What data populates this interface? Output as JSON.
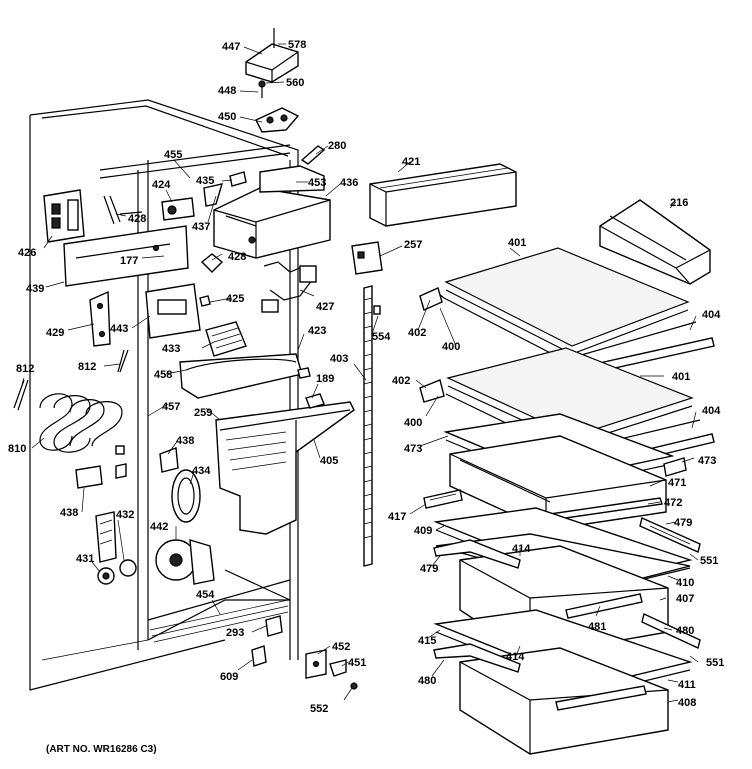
{
  "caption": "(ART NO. WR16286 C3)",
  "part_labels": [
    "447",
    "578",
    "448",
    "560",
    "450",
    "280",
    "455",
    "453",
    "436",
    "421",
    "216",
    "426",
    "424",
    "435",
    "428",
    "437",
    "439",
    "177",
    "428",
    "257",
    "401",
    "425",
    "427",
    "429",
    "443",
    "402",
    "400",
    "404",
    "423",
    "554",
    "433",
    "812",
    "458",
    "403",
    "812",
    "189",
    "402",
    "401",
    "259",
    "457",
    "400",
    "404",
    "810",
    "473",
    "473",
    "405",
    "438",
    "471",
    "434",
    "417",
    "472",
    "438",
    "409",
    "479",
    "432",
    "442",
    "414",
    "551",
    "431",
    "479",
    "410",
    "454",
    "407",
    "481",
    "293",
    "452",
    "480",
    "415",
    "414",
    "451",
    "609",
    "551",
    "480",
    "411",
    "552",
    "408"
  ]
}
